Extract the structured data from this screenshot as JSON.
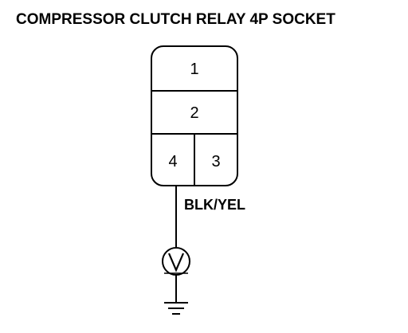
{
  "title": "COMPRESSOR CLUTCH RELAY 4P SOCKET",
  "socket": {
    "pins": {
      "pin1": "1",
      "pin2": "2",
      "pin3": "3",
      "pin4": "4"
    }
  },
  "wire": {
    "color_label": "BLK/YEL"
  },
  "icons": {
    "meter": "voltmeter-icon",
    "ground": "ground-icon"
  },
  "colors": {
    "line": "#000000",
    "background": "#ffffff"
  }
}
